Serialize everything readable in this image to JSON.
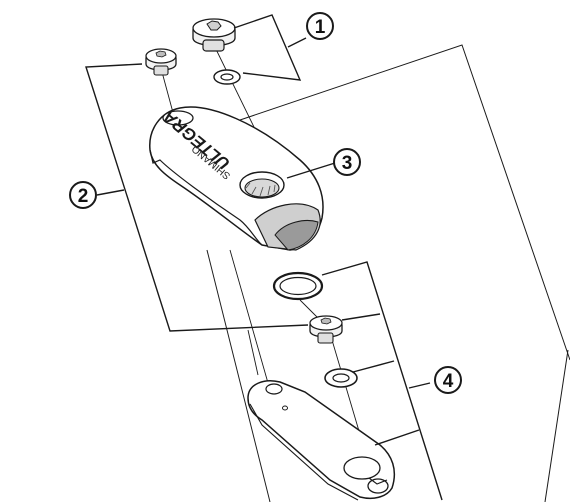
{
  "callouts": [
    {
      "id": "callout-1",
      "label": "1"
    },
    {
      "id": "callout-2",
      "label": "2"
    },
    {
      "id": "callout-3",
      "label": "3"
    },
    {
      "id": "callout-4",
      "label": "4"
    }
  ],
  "part_markings": {
    "logo": "ULTEGRA",
    "brand": "SHIMANO"
  },
  "colors": {
    "line": "#1a1a1a",
    "part_fill": "#ffffff",
    "part_shade": "#e6e6e6",
    "part_dark": "#9a9a9a",
    "background": "#ffffff"
  }
}
